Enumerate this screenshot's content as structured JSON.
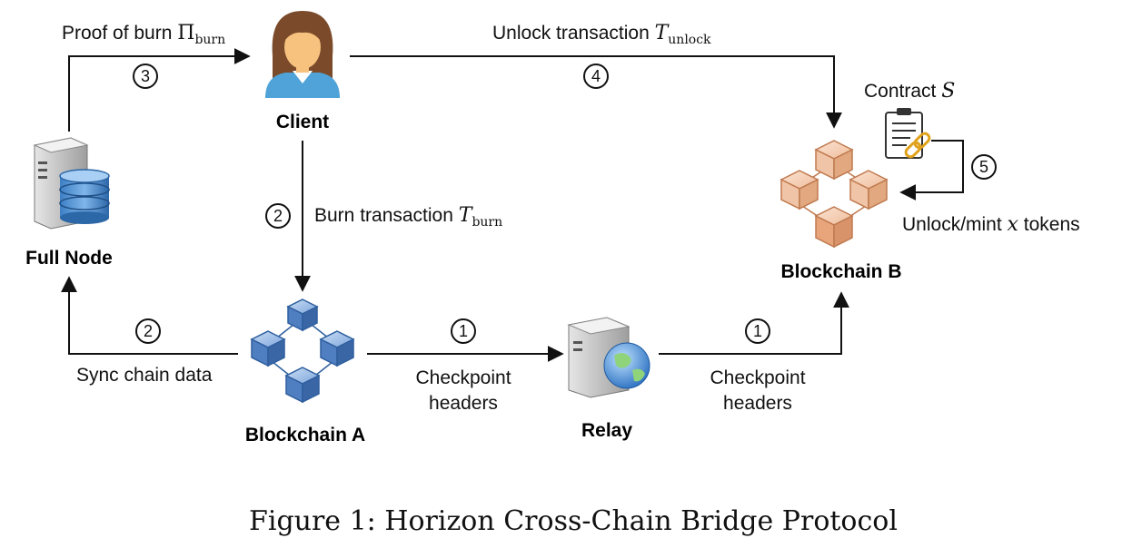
{
  "nodes": {
    "client": "Client",
    "full_node": "Full Node",
    "blockchain_a": "Blockchain A",
    "blockchain_b": "Blockchain B",
    "relay": "Relay"
  },
  "edges": {
    "proof_of_burn": {
      "text": "Proof of burn ",
      "symbol": "Π",
      "sub": "burn",
      "step": "3"
    },
    "unlock_tx": {
      "text": "Unlock transaction ",
      "symbol": "T",
      "sub": "unlock",
      "step": "4"
    },
    "burn_tx": {
      "text": "Burn transaction ",
      "symbol": "T",
      "sub": "burn",
      "step": "2"
    },
    "sync": {
      "text": "Sync chain data",
      "step": "2"
    },
    "checkpoint_a": {
      "line1": "Checkpoint",
      "line2": "headers",
      "step": "1"
    },
    "checkpoint_b": {
      "line1": "Checkpoint",
      "line2": "headers",
      "step": "1"
    },
    "contract": {
      "text": "Contract ",
      "symbol": "S",
      "step": "5"
    },
    "unlock_mint": {
      "pre": "Unlock/mint ",
      "symbol": "x",
      "post": " tokens"
    }
  },
  "caption": "Figure 1: Horizon Cross-Chain Bridge Protocol",
  "colors": {
    "chain_a": "#4f7fc0",
    "chain_b": "#d9936a",
    "skin": "#f6c27e",
    "hair": "#7a4a2a",
    "shirt": "#4fa3d8"
  }
}
